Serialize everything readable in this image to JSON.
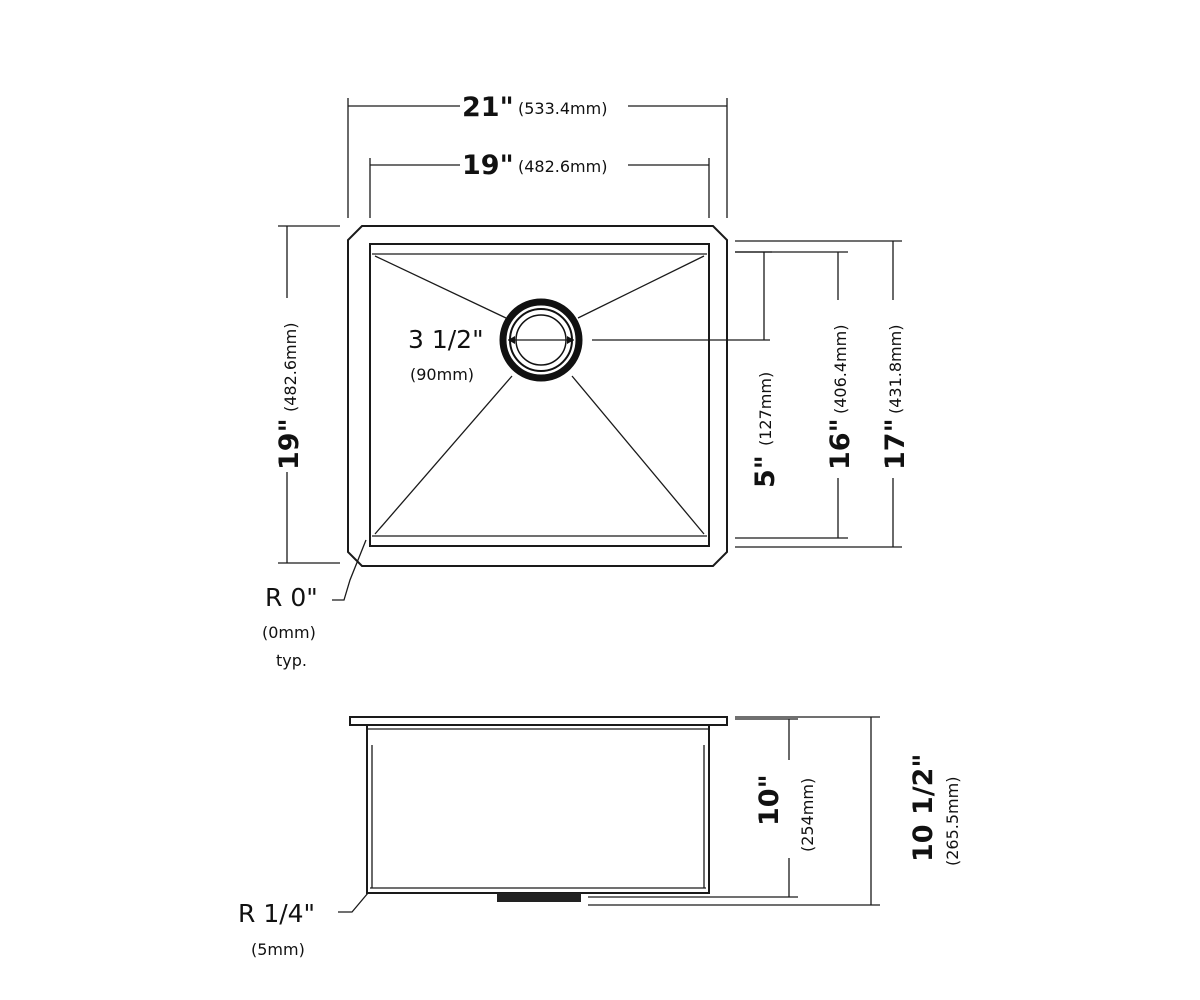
{
  "top_view": {
    "overall_width": {
      "inch": "21\"",
      "mm": "(533.4mm)"
    },
    "inner_width": {
      "inch": "19\"",
      "mm": "(482.6mm)"
    },
    "overall_depth": {
      "inch": "19\"",
      "mm": "(482.6mm)"
    },
    "drain": {
      "inch": "3 1/2\"",
      "mm": "(90mm)"
    },
    "drain_offset": {
      "inch": "5\"",
      "mm": "(127mm)"
    },
    "inner_depth": {
      "inch": "16\"",
      "mm": "(406.4mm)"
    },
    "outer_depth": {
      "inch": "17\"",
      "mm": "(431.8mm)"
    },
    "corner_radius": {
      "inch": "R  0\"",
      "mm": "(0mm)",
      "note": "typ."
    }
  },
  "side_view": {
    "bowl_depth": {
      "inch": "10\"",
      "mm": "(254mm)"
    },
    "overall_height": {
      "inch": "10 1/2\"",
      "mm": "(265.5mm)"
    },
    "bottom_radius": {
      "inch": "R  1/4\"",
      "mm": "(5mm)"
    }
  }
}
